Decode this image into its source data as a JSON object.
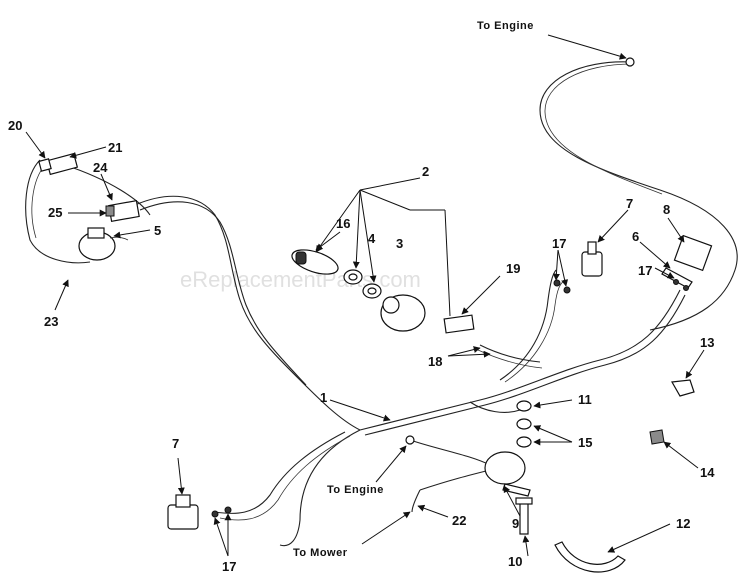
{
  "watermark": "eReplacementParts.com",
  "captions": {
    "to_engine_top": "To Engine",
    "to_engine_mid": "To Engine",
    "to_mower": "To Mower"
  },
  "callouts": {
    "n1": "1",
    "n2": "2",
    "n3": "3",
    "n4": "4",
    "n5": "5",
    "n6": "6",
    "n7_top": "7",
    "n7_bottom": "7",
    "n8": "8",
    "n9": "9",
    "n10": "10",
    "n11": "11",
    "n12": "12",
    "n13": "13",
    "n14": "14",
    "n15": "15",
    "n16": "16",
    "n17_top": "17",
    "n17_right": "17",
    "n17_bottom": "17",
    "n18": "18",
    "n19": "19",
    "n20": "20",
    "n21": "21",
    "n22": "22",
    "n23": "23",
    "n24": "24",
    "n25": "25"
  }
}
